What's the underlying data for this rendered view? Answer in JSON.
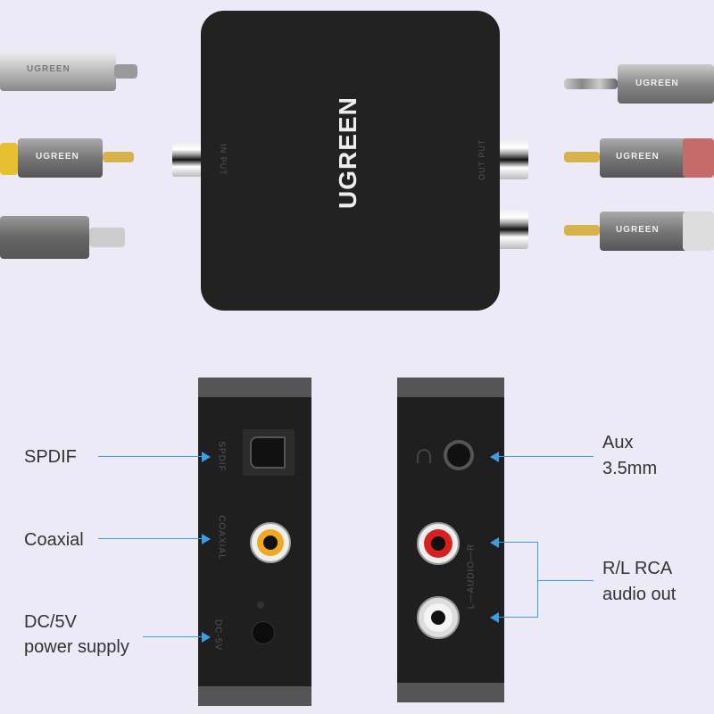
{
  "brand": "UGREEN",
  "top_device": {
    "input_label": "IN PUT",
    "output_label": "OUT PUT"
  },
  "left_panel": {
    "spdif_marking": "SPDIF",
    "coaxial_marking": "COAXIAL",
    "dc_marking": "DC-5V"
  },
  "right_panel": {
    "audio_marking": "L—AUDIO—R"
  },
  "callouts": {
    "spdif": "SPDIF",
    "coaxial": "Coaxial",
    "dc_line1": "DC/5V",
    "dc_line2": "power supply",
    "aux_line1": "Aux",
    "aux_line2": "3.5mm",
    "rca_line1": "R/L RCA",
    "rca_line2": "audio out"
  },
  "colors": {
    "background": "#ebeaf6",
    "arrow": "#3a9ee4",
    "device": "#1f1f20"
  }
}
